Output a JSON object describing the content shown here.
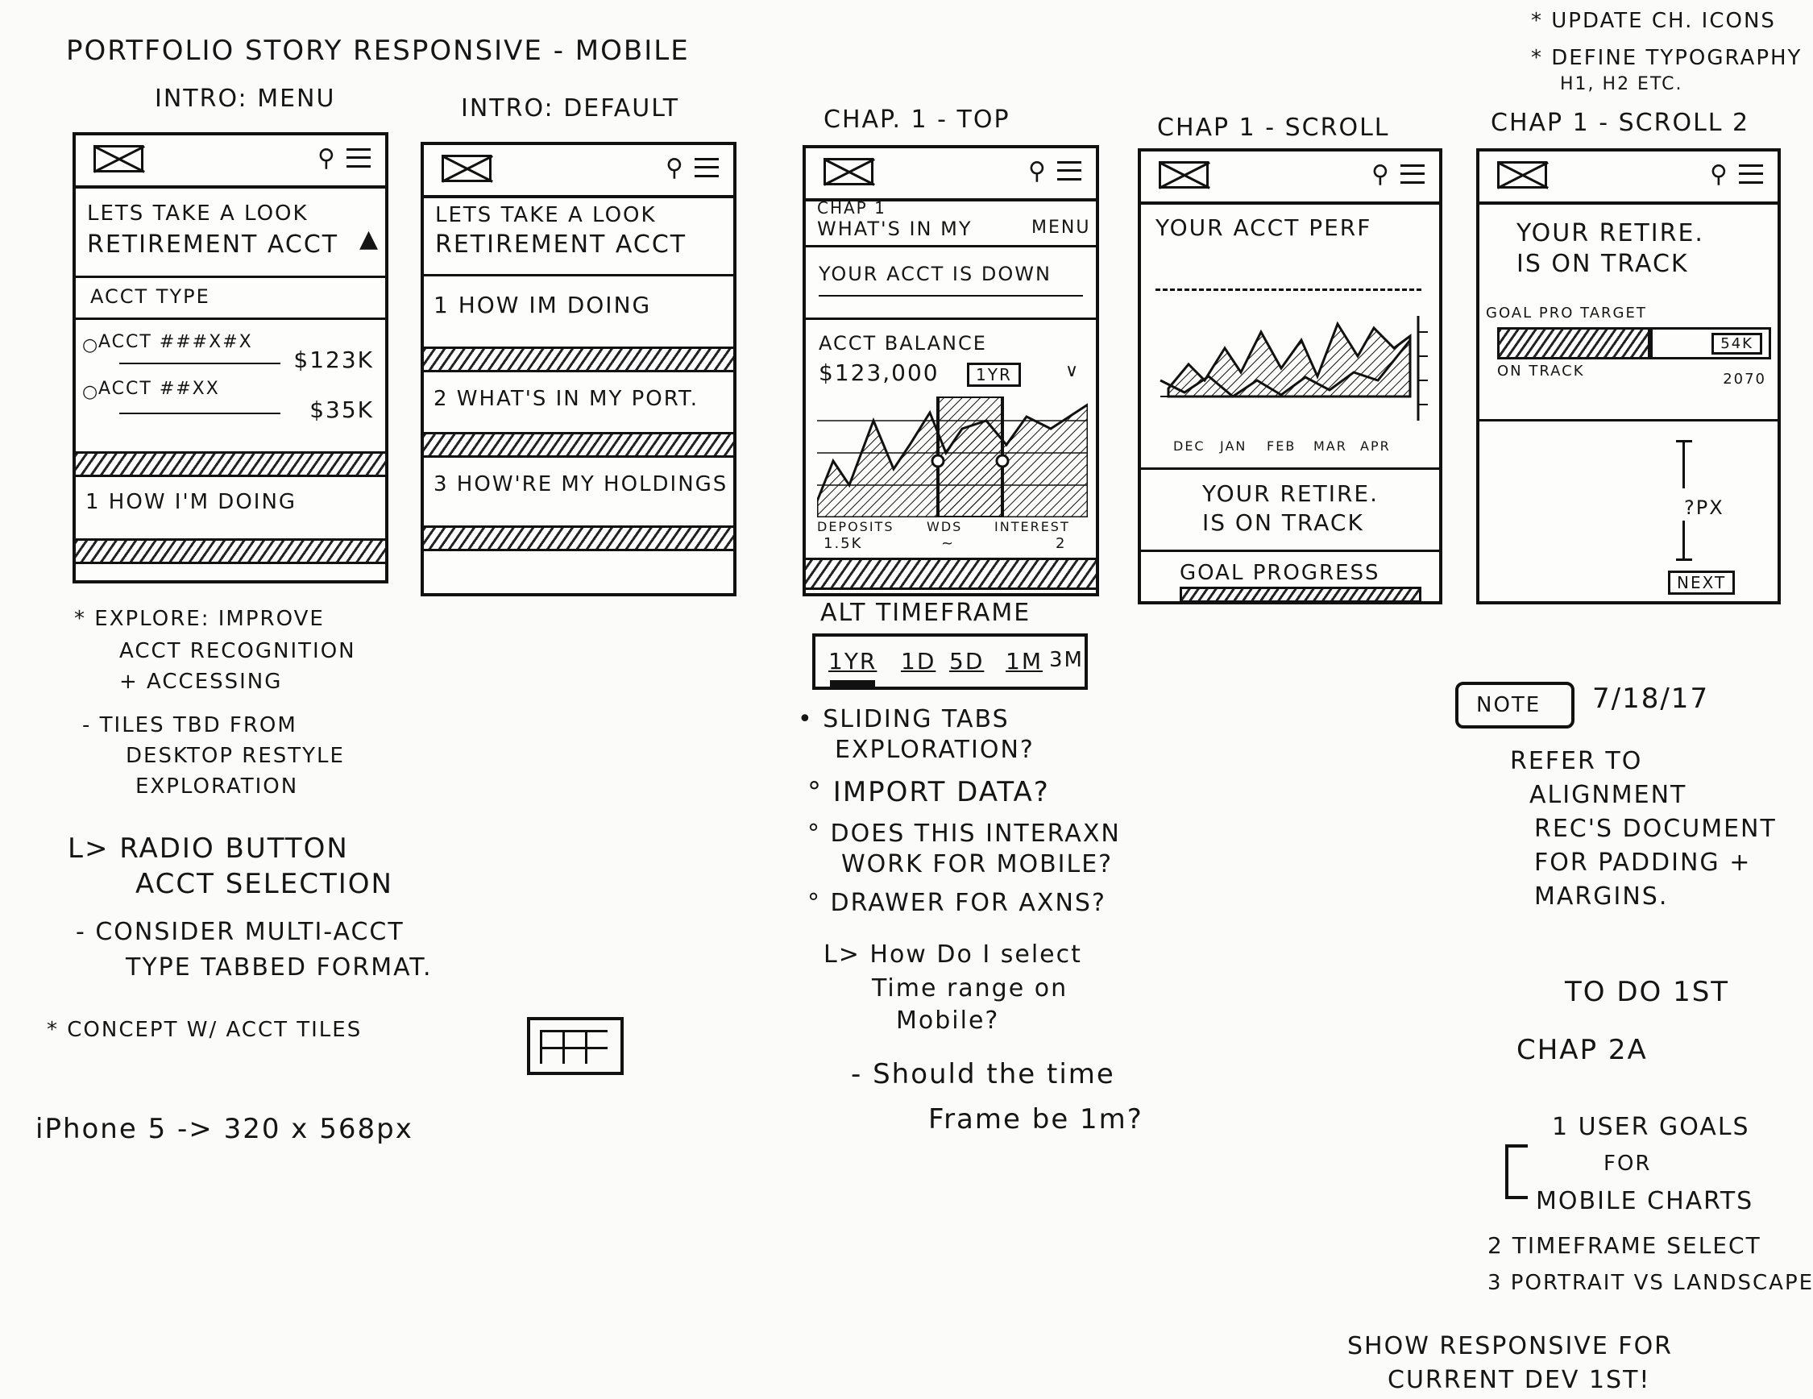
{
  "sheet": {
    "title": "Portfolio Story Responsive - Mobile",
    "top_notes": [
      "* Update Ch. Icons",
      "* Define Typography",
      "H1, H2 etc."
    ]
  },
  "screens": [
    {
      "label": "Intro: Menu",
      "headline": [
        "Lets Take a Look",
        "Retirement Acct"
      ],
      "section": "Acct Type",
      "accounts": [
        {
          "name": "Acct ###x#x",
          "value": "$123k"
        },
        {
          "name": "Acct ##xx",
          "value": "$35k"
        }
      ],
      "rows": [
        "1 How I'm Doing"
      ]
    },
    {
      "label": "Intro: Default",
      "headline": [
        "Lets Take a Look",
        "Retirement Acct"
      ],
      "rows": [
        "1 How Im Doing",
        "2 What's in my Port.",
        "3 How're my Holdings"
      ]
    },
    {
      "label": "Chap. 1 - Top",
      "chapter": "Chap 1",
      "chapter_title": "What's in my",
      "chapter_menu": "Menu",
      "status": "Your Acct is Down",
      "balance_label": "Acct Balance",
      "balance": "$123,000",
      "range": "1YR",
      "legend": [
        {
          "label": "Deposits",
          "value": "1.5K"
        },
        {
          "label": "WDs",
          "value": "~"
        },
        {
          "label": "Interest",
          "value": "2"
        }
      ]
    },
    {
      "label": "Chap 1 - Scroll",
      "heading": "Your Acct Perf",
      "months": [
        "Dec",
        "Jan",
        "Feb",
        "Mar",
        "Apr"
      ],
      "message": [
        "Your Retire.",
        "Is on Track"
      ],
      "footer": "Goal Progress"
    },
    {
      "label": "Chap 1 - Scroll 2",
      "heading": [
        "Your Retire.",
        "Is on Track"
      ],
      "goal_label": "Goal Pro Target",
      "goal_fill": 0.55,
      "goal_amount": "54K",
      "status": "On Track",
      "year": "2070",
      "spacing": "?px",
      "next": "Next"
    }
  ],
  "timeframe": {
    "title": "Alt Timeframe",
    "tabs": [
      "1YR",
      "1D",
      "5D",
      "1M",
      "3M"
    ],
    "selected": "1YR"
  },
  "notes_left": [
    "* Explore: Improve",
    "Acct Recognition",
    "+ Accessing",
    "- Tiles TBD from",
    "Desktop Restyle",
    "Exploration",
    "L> Radio Button",
    "Acct Selection",
    "- Consider Multi-Acct",
    "Type Tabbed Format.",
    "* Concept w/ Acct Tiles",
    "iPhone 5 -> 320 x 568px"
  ],
  "notes_mid": [
    "• Sliding Tabs",
    "Exploration?",
    "° Import Data?",
    "° Does this Interaxn",
    "Work for Mobile?",
    "° Drawer for Axns?",
    "L> How Do I select",
    "Time range on",
    "Mobile?",
    "- Should the time",
    "Frame be 1m?"
  ],
  "notes_right": {
    "badge": "Note",
    "date": "7/18/17",
    "lines": [
      "Refer To",
      "Alignment",
      "Rec's Document",
      "For Padding +",
      "Margins."
    ],
    "todo_title": "To Do 1st",
    "todo_sub": "Chap 2A",
    "todo_items": [
      "1 User Goals",
      "For",
      "Mobile Charts",
      "2 Timeframe Select",
      "3 Portrait vs Landscape"
    ],
    "footer": [
      "Show Responsive For",
      "Current Dev 1st!"
    ]
  }
}
